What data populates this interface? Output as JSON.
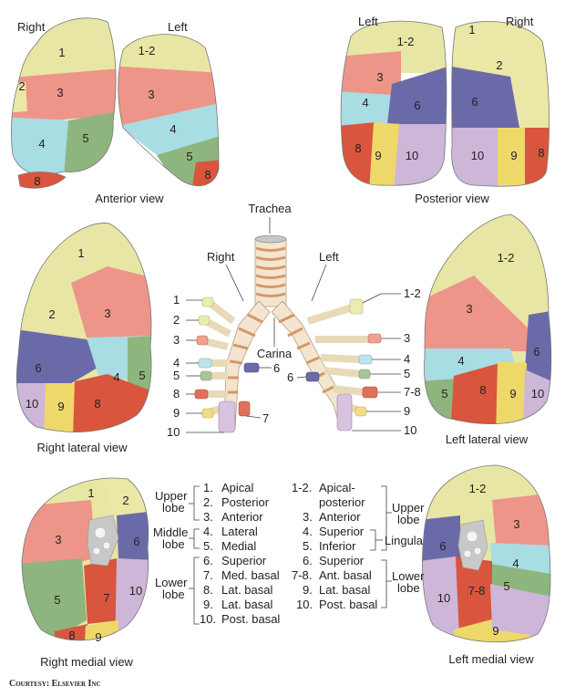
{
  "colors": {
    "apical": "#e8e6a4",
    "posterior": "#ebe7a6",
    "anterior": "#ee958a",
    "lateral_lingula": "#a8dde3",
    "medial": "#8fb57e",
    "superior": "#6b6aa8",
    "med_basal": "#d9553d",
    "ant_basal": "#d9553d",
    "lat_basal": "#efd86a",
    "post_basal": "#cdb6d8",
    "outline": "#4a4a4a"
  },
  "views": {
    "anterior": {
      "caption": "Anterior view",
      "right": "Right",
      "left": "Left"
    },
    "posterior": {
      "caption": "Posterior view",
      "right": "Right",
      "left": "Left"
    },
    "right_lateral": {
      "caption": "Right lateral view"
    },
    "left_lateral": {
      "caption": "Left lateral view"
    },
    "right_medial": {
      "caption": "Right medial view"
    },
    "left_medial": {
      "caption": "Left medial view"
    }
  },
  "bronchial_tree": {
    "trachea": "Trachea",
    "right": "Right",
    "left": "Left",
    "carina": "Carina",
    "right_labels": [
      "1",
      "2",
      "3",
      "4",
      "5",
      "8",
      "9",
      "10"
    ],
    "right_inner_labels": [
      "6",
      "7"
    ],
    "left_labels": [
      "1-2",
      "3",
      "4",
      "5",
      "7-8",
      "9",
      "10"
    ],
    "left_inner_labels": [
      "6"
    ]
  },
  "segment_numbers": {
    "s1": "1",
    "s2": "2",
    "s3": "3",
    "s4": "4",
    "s5": "5",
    "s6": "6",
    "s7": "7",
    "s8": "8",
    "s9": "9",
    "s10": "10",
    "s12": "1-2",
    "s78": "7-8"
  },
  "legend": {
    "right": {
      "groups": [
        {
          "lobe": [
            "Upper",
            "lobe"
          ],
          "items": [
            [
              "1.",
              "Apical"
            ],
            [
              "2.",
              "Posterior"
            ],
            [
              "3.",
              "Anterior"
            ]
          ]
        },
        {
          "lobe": [
            "Middle",
            "lobe"
          ],
          "items": [
            [
              "4.",
              "Lateral"
            ],
            [
              "5.",
              "Medial"
            ]
          ]
        },
        {
          "lobe": [
            "Lower",
            "lobe"
          ],
          "items": [
            [
              "6.",
              "Superior"
            ],
            [
              "7.",
              "Med. basal"
            ],
            [
              "8.",
              "Lat. basal"
            ],
            [
              "9.",
              "Lat. basal"
            ],
            [
              "10.",
              "Post. basal"
            ]
          ]
        }
      ]
    },
    "left": {
      "items": [
        [
          "1-2.",
          "Apical-"
        ],
        [
          "",
          "posterior"
        ],
        [
          "3.",
          "Anterior"
        ],
        [
          "4.",
          "Superior"
        ],
        [
          "5.",
          "Inferior"
        ],
        [
          "6.",
          "Superior"
        ],
        [
          "7-8.",
          "Ant. basal"
        ],
        [
          "9.",
          "Lat. basal"
        ],
        [
          "10.",
          "Post. basal"
        ]
      ],
      "upper_lobe": [
        "Upper",
        "lobe"
      ],
      "lingula": "Lingula",
      "lower_lobe": [
        "Lower",
        "lobe"
      ]
    }
  },
  "credit": "Courtesy: Elsevier Inc"
}
